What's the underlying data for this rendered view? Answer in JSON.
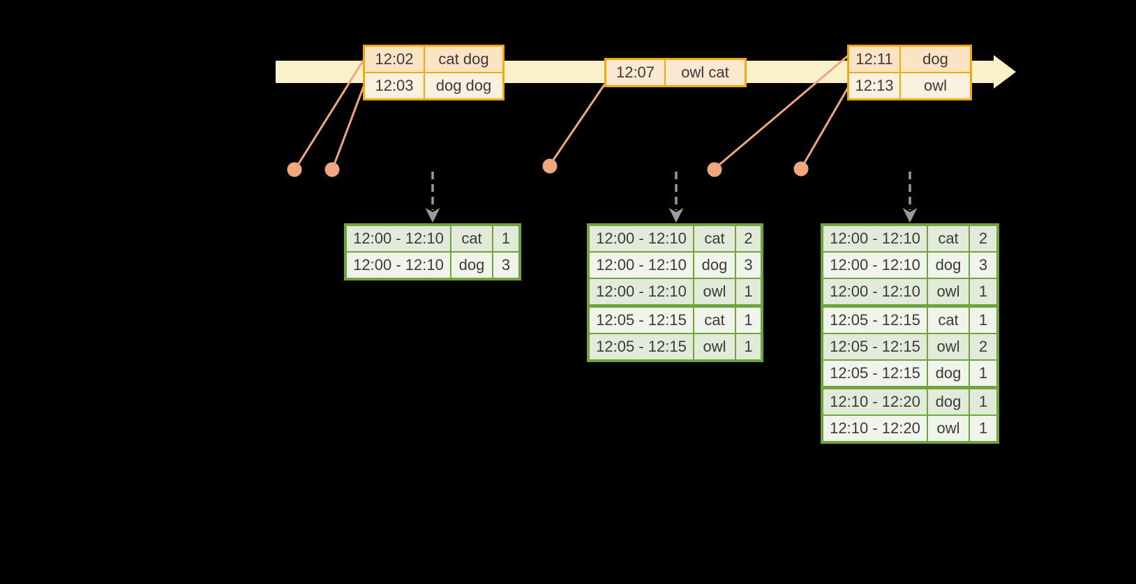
{
  "colors": {
    "background": "#000000",
    "timeline_fill": "#FAF1CB",
    "event_table_border": "#F1A90D",
    "event_row_dark": "#FBE3C4",
    "event_row_light": "#FCF0DF",
    "event_row_single": "#FBE8D0",
    "connector_salmon": "#F0A67E",
    "trigger_arrow_gray": "#9B9B9B",
    "result_table_border": "#6FA53C",
    "result_row_dark": "#E2EBDA",
    "result_row_light": "#F0F4EB",
    "text": "#3A3A3A"
  },
  "event_tables": [
    {
      "name": "event-table-1",
      "rows": [
        {
          "time": "12:02",
          "words": "cat dog"
        },
        {
          "time": "12:03",
          "words": "dog dog"
        }
      ]
    },
    {
      "name": "event-table-2",
      "rows": [
        {
          "time": "12:07",
          "words": "owl cat"
        }
      ]
    },
    {
      "name": "event-table-3",
      "rows": [
        {
          "time": "12:11",
          "words": "dog"
        },
        {
          "time": "12:13",
          "words": "owl"
        }
      ]
    }
  ],
  "result_tables": [
    {
      "name": "result-table-1",
      "rows": [
        {
          "window": "12:00 - 12:10",
          "word": "cat",
          "count": "1"
        },
        {
          "window": "12:00 - 12:10",
          "word": "dog",
          "count": "3"
        }
      ]
    },
    {
      "name": "result-table-2",
      "rows": [
        {
          "window": "12:00 - 12:10",
          "word": "cat",
          "count": "2"
        },
        {
          "window": "12:00 - 12:10",
          "word": "dog",
          "count": "3"
        },
        {
          "window": "12:00 - 12:10",
          "word": "owl",
          "count": "1"
        },
        {
          "window": "12:05 - 12:15",
          "word": "cat",
          "count": "1"
        },
        {
          "window": "12:05 - 12:15",
          "word": "owl",
          "count": "1"
        }
      ]
    },
    {
      "name": "result-table-3",
      "rows": [
        {
          "window": "12:00 - 12:10",
          "word": "cat",
          "count": "2"
        },
        {
          "window": "12:00 - 12:10",
          "word": "dog",
          "count": "3"
        },
        {
          "window": "12:00 - 12:10",
          "word": "owl",
          "count": "1"
        },
        {
          "window": "12:05 - 12:15",
          "word": "cat",
          "count": "1"
        },
        {
          "window": "12:05 - 12:15",
          "word": "owl",
          "count": "2"
        },
        {
          "window": "12:05 - 12:15",
          "word": "dog",
          "count": "1"
        },
        {
          "window": "12:10 - 12:20",
          "word": "dog",
          "count": "1"
        },
        {
          "window": "12:10 - 12:20",
          "word": "owl",
          "count": "1"
        }
      ]
    }
  ]
}
